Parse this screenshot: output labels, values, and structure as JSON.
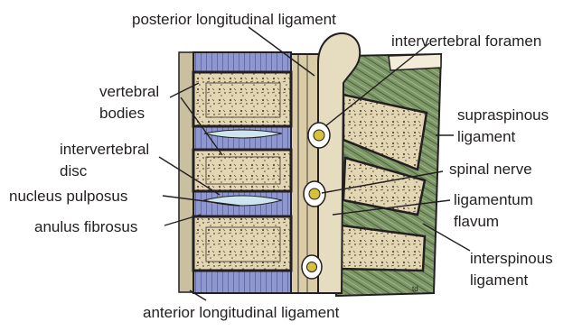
{
  "labels": {
    "posterior_longitudinal_ligament": "posterior longitudinal ligament",
    "intervertebral_foramen": "intervertebral foramen",
    "vertebral_bodies_line1": "vertebral",
    "vertebral_bodies_line2": "bodies",
    "intervertebral_disc_line1": "intervertebral",
    "intervertebral_disc_line2": "disc",
    "nucleus_pulposus": "nucleus pulposus",
    "anulus_fibrosus": "anulus fibrosus",
    "supraspinous_ligament_line1": "supraspinous",
    "supraspinous_ligament_line2": "ligament",
    "spinal_nerve": "spinal nerve",
    "ligamentum_flavum_line1": "ligamentum",
    "ligamentum_flavum_line2": "flavum",
    "interspinous_ligament_line1": "interspinous",
    "interspinous_ligament_line2": "ligament",
    "anterior_longitudinal_ligament": "anterior longitudinal ligament",
    "artist_initials": "td"
  },
  "colors": {
    "bone": "#e3d6b3",
    "bone_texture": "#5a4a3a",
    "disc_annulus": "#8f97cf",
    "disc_nucleus": "#cde6ee",
    "ligament_green": "#7d9667",
    "canal": "#d9cca7",
    "nerve": "#d6c23a",
    "outline": "#231f20"
  }
}
